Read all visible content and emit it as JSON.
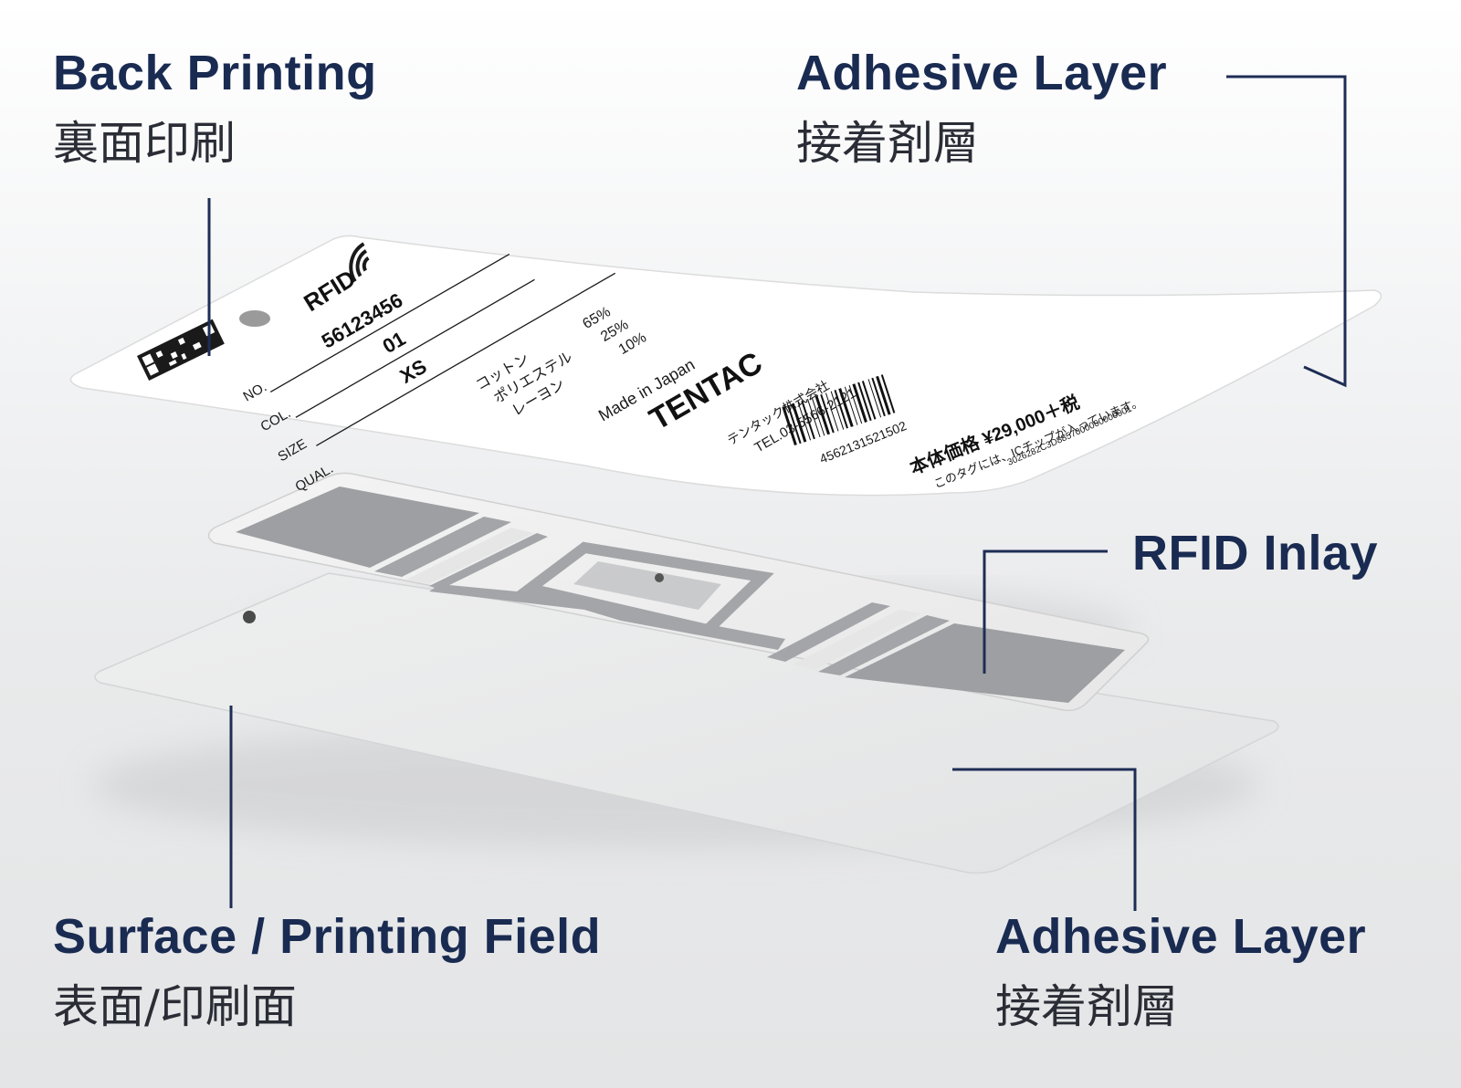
{
  "labels": {
    "back_printing": {
      "en": "Back Printing",
      "jp": "裏面印刷"
    },
    "adhesive_top": {
      "en": "Adhesive Layer",
      "jp": "接着剤層"
    },
    "rfid_inlay": {
      "en": "RFID Inlay"
    },
    "surface": {
      "en": "Surface / Printing Field",
      "jp": "表面/印刷面"
    },
    "adhesive_bottom": {
      "en": "Adhesive Layer",
      "jp": "接着剤層"
    }
  },
  "tag_print": {
    "rfid_logo": "RFID",
    "no_label": "NO.",
    "col_label": "COL.",
    "size_label": "SIZE",
    "qual_label": "QUAL.",
    "no_value": "56123456",
    "col_value": "01",
    "size_value": "XS",
    "composition": [
      {
        "name": "コットン",
        "pct": "65%"
      },
      {
        "name": "ポリエステル",
        "pct": "25%"
      },
      {
        "name": "レーヨン",
        "pct": "10%"
      }
    ],
    "origin": "Made in Japan",
    "brand": "TENTAC",
    "company": "テンタック株式会社",
    "tel": "TEL.03-5566-2121",
    "barcode_number": "4562131521502",
    "price": "本体価格 ¥29,000＋税",
    "ic_note": "このタグには、ICチップが入っています。",
    "serial": "3026282C3D8857000000000001"
  },
  "colors": {
    "label_navy": "#1a2b52",
    "leader_navy": "#1e2d55",
    "antenna_gray": "#9d9fa2"
  }
}
